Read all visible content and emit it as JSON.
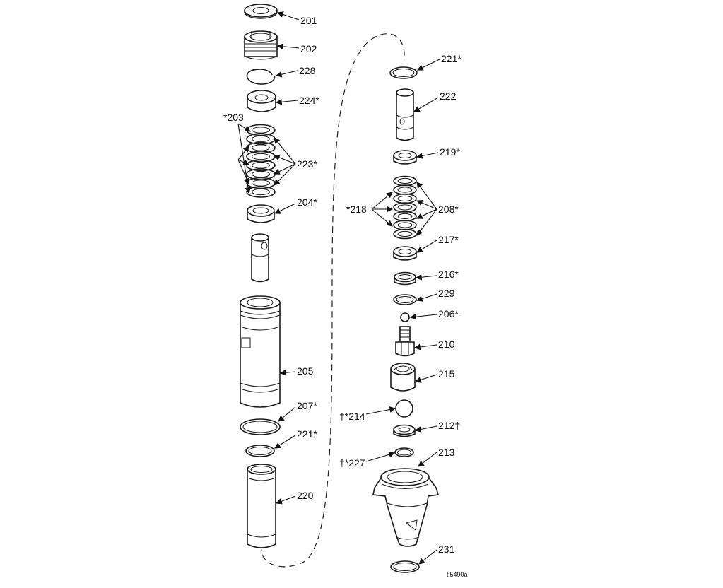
{
  "labels": {
    "l201": "201",
    "l202": "202",
    "l228": "228",
    "l224": "224*",
    "l203": "*203",
    "l223": "223*",
    "l204": "204*",
    "l205": "205",
    "l207": "207*",
    "l221a": "221*",
    "l220": "220",
    "l221b": "221*",
    "l222": "222",
    "l219": "219*",
    "l218": "*218",
    "l208": "208*",
    "l217": "217*",
    "l216": "216*",
    "l229": "229",
    "l206": "206*",
    "l210": "210",
    "l215": "215",
    "l214": "†*214",
    "l212": "212†",
    "l227": "†*227",
    "l213": "213",
    "l231": "231"
  },
  "figure_code": "ti5490a"
}
